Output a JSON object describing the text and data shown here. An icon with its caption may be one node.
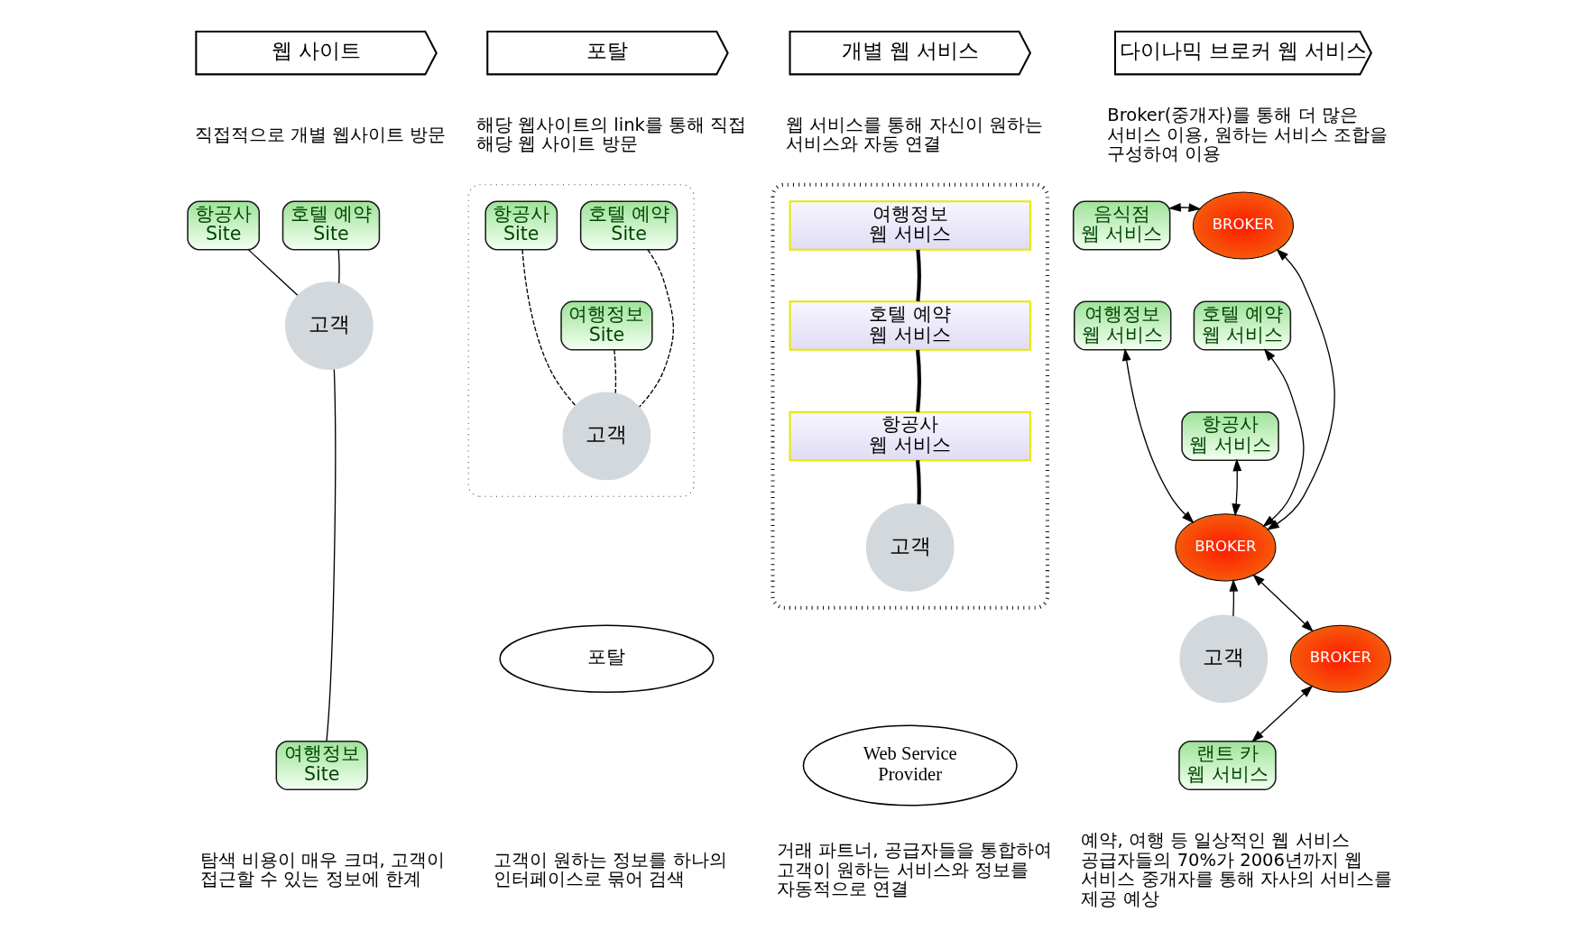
{
  "diagram": {
    "nodes": [
      {
        "text": [
          "웹 사이트"
        ]
      },
      {
        "text": [
          "포탈"
        ]
      },
      {
        "text": [
          "개별 웹 서비스"
        ]
      },
      {
        "text": [
          "다이나믹 브로커 웹 서비스"
        ]
      },
      {
        "text": [
          "호텔 예약 Site"
        ]
      },
      {
        "text": [
          "항공사 Site"
        ]
      },
      {
        "text": [
          "고객"
        ]
      },
      {
        "text": [
          "여행정보 Site"
        ]
      },
      {
        "text": [],
        "shape": "box"
      },
      {
        "text": [
          "호텔 예약 Site"
        ],
        "in": 8
      },
      {
        "text": [
          "항공사 Site"
        ],
        "in": 8
      },
      {
        "text": [
          "여행정보 Site"
        ],
        "in": 8
      },
      {
        "text": [
          "고객"
        ],
        "in": 8
      },
      {
        "text": [
          "포탈"
        ]
      },
      {
        "text": [],
        "shape": "box"
      },
      {
        "text": [
          "여행정보 웹 서비스"
        ],
        "in": 14
      },
      {
        "text": [
          "호텔 예약 웹 서비스"
        ],
        "in": 14
      },
      {
        "text": [
          "항공사 웹 서비스"
        ],
        "in": 14
      },
      {
        "text": [
          "고객"
        ],
        "in": 14
      },
      {
        "text": [
          "Web Service Provider"
        ]
      },
      {
        "text": [
          "BROKER"
        ]
      },
      {
        "text": [
          "음식점 웹 서비스"
        ]
      },
      {
        "text": [
          "여행정보 웹 서비스"
        ]
      },
      {
        "text": [
          "호텔 예약 웹 서비스"
        ]
      },
      {
        "text": [
          "항공사 웹 서비스"
        ]
      },
      {
        "text": [
          "BROKER"
        ]
      },
      {
        "text": [
          "고객"
        ]
      },
      {
        "text": [
          "BROKER"
        ]
      },
      {
        "text": [
          "랜트 카 웹 서비스"
        ]
      }
    ],
    "edges": [
      {
        "from": 4,
        "to": 6,
        "arrow": "none"
      },
      {
        "from": 5,
        "to": 6,
        "arrow": "none"
      },
      {
        "from": 6,
        "to": 7,
        "arrow": "none"
      },
      {
        "from": 9,
        "to": 12,
        "arrow": "none",
        "style": "dashed"
      },
      {
        "from": 10,
        "to": 12,
        "arrow": "none",
        "style": "dashed"
      },
      {
        "from": 11,
        "to": 12,
        "arrow": "none",
        "style": "dashed"
      },
      {
        "from": 15,
        "to": 16,
        "arrow": "none",
        "style": "thick"
      },
      {
        "from": 16,
        "to": 17,
        "arrow": "none",
        "style": "thick"
      },
      {
        "from": 17,
        "to": 18,
        "arrow": "none",
        "style": "thick"
      },
      {
        "from": 20,
        "to": 21,
        "arrow": "both"
      },
      {
        "from": 20,
        "to": 25,
        "arrow": "both"
      },
      {
        "from": 22,
        "to": 25,
        "arrow": "both"
      },
      {
        "from": 23,
        "to": 25,
        "arrow": "both"
      },
      {
        "from": 24,
        "to": 25,
        "arrow": "both"
      },
      {
        "from": 26,
        "to": 25,
        "arrow": "to"
      },
      {
        "from": 25,
        "to": 27,
        "arrow": "both"
      },
      {
        "from": 27,
        "to": 28,
        "arrow": "both"
      }
    ],
    "labels": [
      "직접적으로 개별 웹사이트 방문",
      "해당 웹사이트의 link를 통해 직접 해당 웹 사이트 방문",
      "웹 서비스를 통해 자신이 원하는 서비스와 자동 연결",
      "Broker(중개자)를 통해 더 많은 서비스 이용, 원하는 서비스 조합을 구성하여 이용",
      "탐색 비용이 매우 크며, 고객이 접근할 수 있는 정보에 한계",
      "고객이 원하는 정보를 하나의 인터페이스로 묶어 검색",
      "거래 파트너, 공급자들을 통합하여 고객이 원하는 서비스와 정보를 자동적으로 연결",
      "예약, 여행 등 일상적인 웹 서비스 공급자들의 70%가 2006년까지 웹 서비스 중개자를 통해 자사의 서비스를 제공 예상"
    ]
  }
}
